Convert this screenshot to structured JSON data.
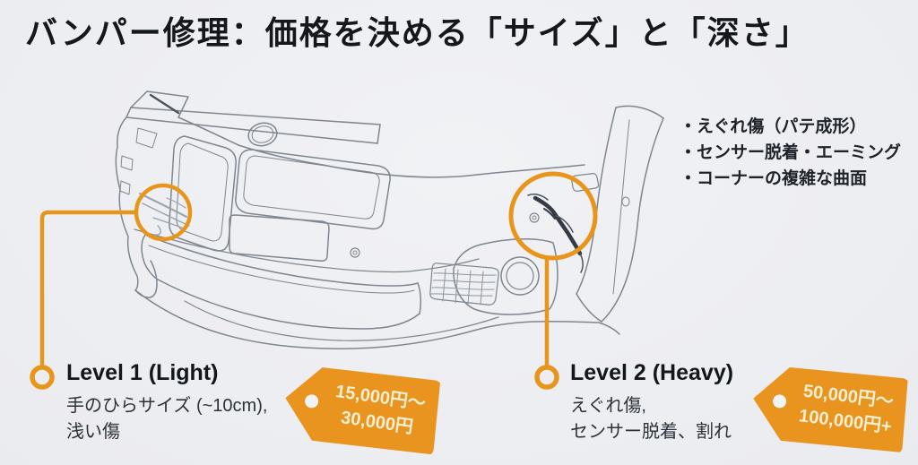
{
  "title": "バンパー修理：価格を決める「サイズ」と「深さ」",
  "colors": {
    "accent_orange": "#E8951C",
    "tag_orange": "#E8941F",
    "background": "#ECEDF1",
    "line_gray": "#7E8690",
    "text_dark": "#14181D"
  },
  "heavy_damage_notes": {
    "items": [
      "・えぐれ傷（パテ成形）",
      "・センサー脱着・エーミング",
      "・コーナーの複雑な曲面"
    ]
  },
  "levels": {
    "level1": {
      "label": "Level 1 (Light)",
      "desc_line1": "手のひらサイズ (~10cm),",
      "desc_line2": "浅い傷",
      "price_line1": "15,000円〜",
      "price_line2": "30,000円"
    },
    "level2": {
      "label": "Level 2 (Heavy)",
      "desc_line1": "えぐれ傷,",
      "desc_line2": "センサー脱着、割れ",
      "price_line1": "50,000円〜",
      "price_line2": "100,000円+"
    }
  },
  "icons": {
    "price_tag": "orange-tag-shape-with-hole",
    "damage_circle_light": "orange-ring-over-scratch",
    "damage_circle_heavy": "orange-ring-over-crack",
    "anchor_ring": "small-orange-donut"
  }
}
